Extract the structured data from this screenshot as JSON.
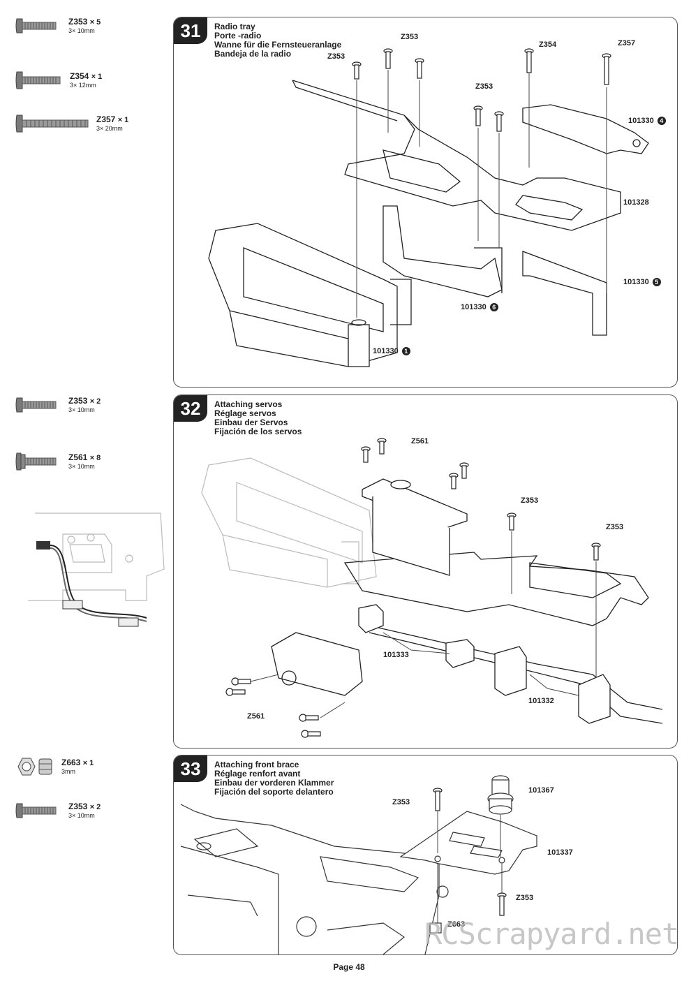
{
  "step31": {
    "number": "31",
    "titles": [
      "Radio tray",
      "Porte -radio",
      "Wanne für die Fernsteueranlage",
      "Bandeja de la radio"
    ],
    "parts": [
      {
        "code": "Z353",
        "count": "× 5",
        "size": "3× 10mm"
      },
      {
        "code": "Z354",
        "count": "× 1",
        "size": "3× 12mm"
      },
      {
        "code": "Z357",
        "count": "× 1",
        "size": "3× 20mm"
      }
    ],
    "labels": {
      "z353_a": "Z353",
      "z353_b": "Z353",
      "z353_c": "Z353",
      "z354": "Z354",
      "z357": "Z357",
      "p101330_4": "101330",
      "p101328": "101328",
      "p101330_5": "101330",
      "p101330_6": "101330",
      "p101330_1": "101330"
    },
    "badges": {
      "b4": "4",
      "b5": "5",
      "b6": "6",
      "b1": "1"
    }
  },
  "step32": {
    "number": "32",
    "titles": [
      "Attaching servos",
      "Réglage servos",
      "Einbau der Servos",
      "Fijación de los servos"
    ],
    "parts": [
      {
        "code": "Z353",
        "count": "× 2",
        "size": "3× 10mm"
      },
      {
        "code": "Z561",
        "count": "× 8",
        "size": "3× 10mm"
      }
    ],
    "labels": {
      "z561_top": "Z561",
      "z353_a": "Z353",
      "z353_b": "Z353",
      "p101333": "101333",
      "p101332": "101332",
      "z561_bottom": "Z561"
    }
  },
  "step33": {
    "number": "33",
    "titles": [
      "Attaching front brace",
      "Réglage renfort avant",
      "Einbau der vorderen Klammer",
      "Fijación del soporte delantero"
    ],
    "parts": [
      {
        "code": "Z663",
        "count": "× 1",
        "size": "3mm"
      },
      {
        "code": "Z353",
        "count": "× 2",
        "size": "3× 10mm"
      }
    ],
    "labels": {
      "z353_a": "Z353",
      "p101367": "101367",
      "p101337": "101337",
      "z353_b": "Z353",
      "z663": "Z663"
    }
  },
  "footer": {
    "page": "Page 48"
  },
  "watermark": "RCScrapyard.net"
}
